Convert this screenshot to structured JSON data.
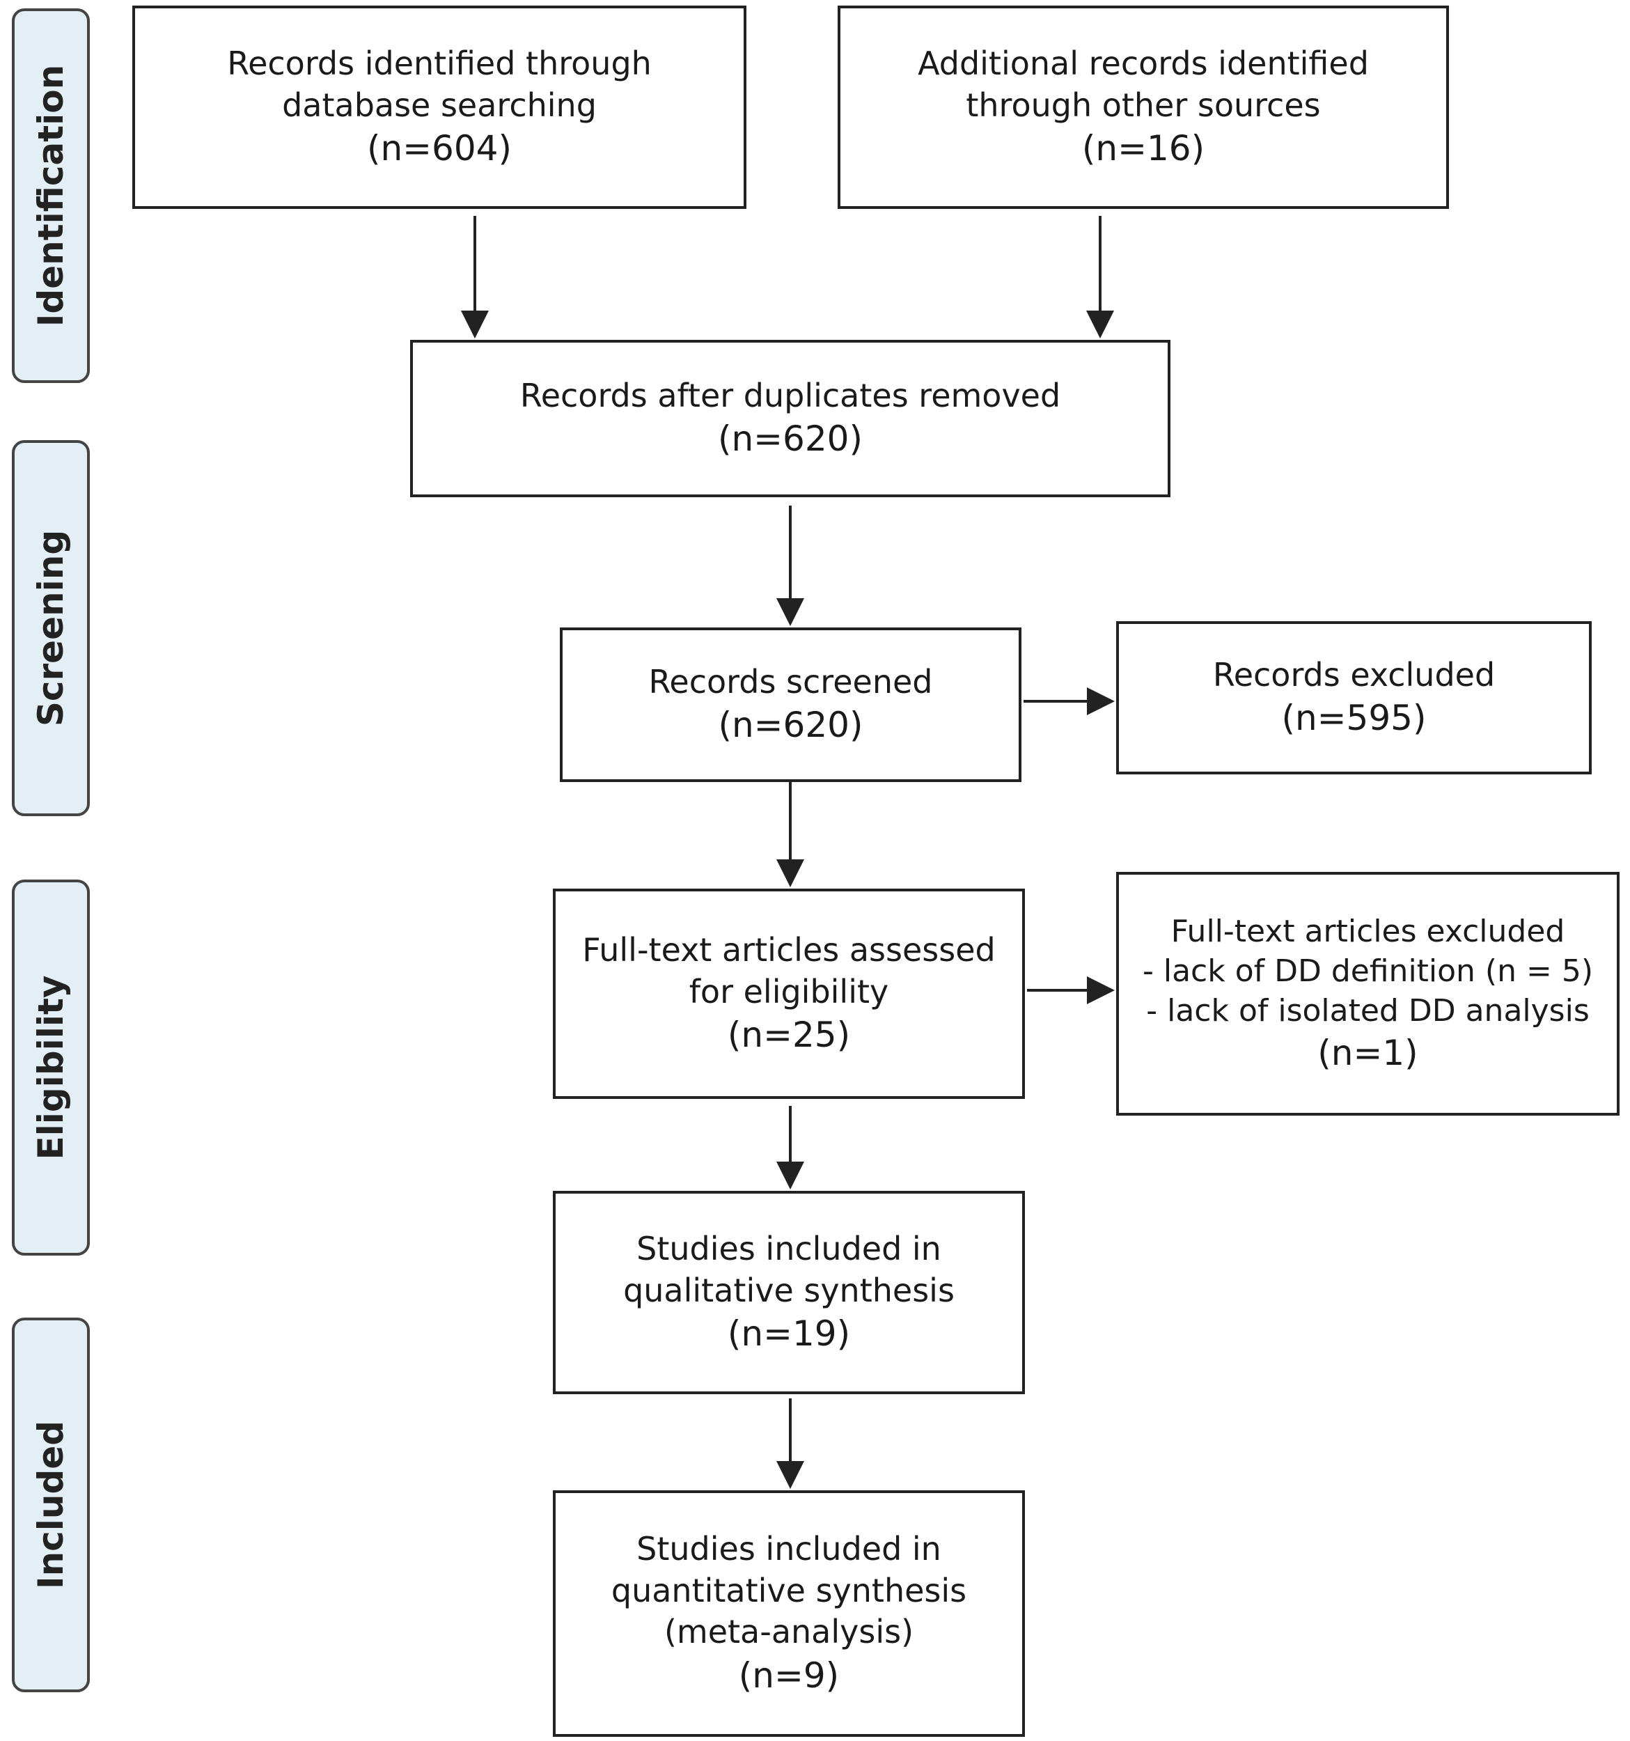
{
  "stages": {
    "identification": "Identification",
    "screening": "Screening",
    "eligibility": "Eligibility",
    "included": "Included"
  },
  "boxes": {
    "database_search": {
      "lines": [
        "Records identified through",
        "database searching"
      ],
      "count": "(n=604)"
    },
    "other_sources": {
      "lines": [
        "Additional records identified",
        "through other sources"
      ],
      "count": "(n=16)"
    },
    "after_duplicates": {
      "lines": [
        "Records after duplicates removed"
      ],
      "count": "(n=620)"
    },
    "screened": {
      "lines": [
        "Records screened"
      ],
      "count": "(n=620)"
    },
    "excluded": {
      "lines": [
        "Records excluded"
      ],
      "count": "(n=595)"
    },
    "fulltext_assessed": {
      "lines": [
        "Full-text articles assessed",
        "for eligibility"
      ],
      "count": "(n=25)"
    },
    "fulltext_excluded": {
      "lines": [
        "Full-text articles excluded",
        "- lack of DD definition (n = 5)",
        "- lack of isolated DD analysis"
      ],
      "count": "(n=1)"
    },
    "qualitative": {
      "lines": [
        "Studies included in",
        "qualitative synthesis"
      ],
      "count": "(n=19)"
    },
    "quantitative": {
      "lines": [
        "Studies included in",
        "quantitative synthesis",
        "(meta-analysis)"
      ],
      "count": "(n=9)"
    }
  },
  "colors": {
    "stage_fill": "#e3eef5",
    "box_border": "#222222",
    "arrow": "#222222"
  }
}
